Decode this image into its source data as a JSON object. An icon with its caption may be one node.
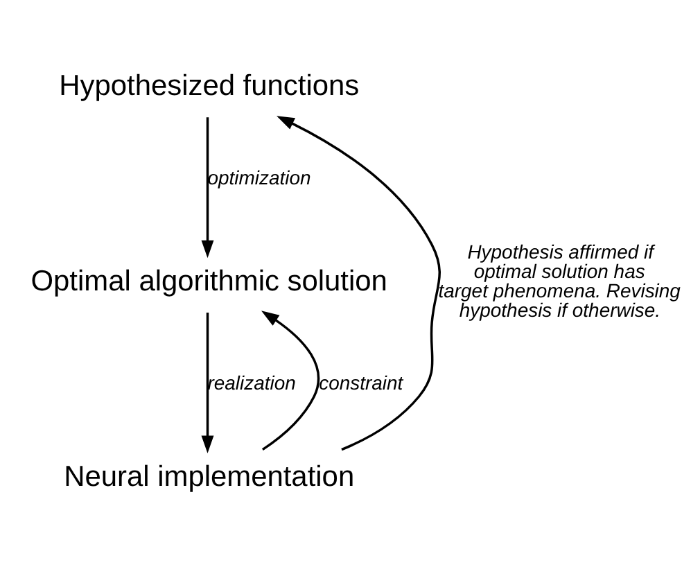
{
  "diagram": {
    "nodes": [
      {
        "text": [
          "Hypothesized functions"
        ]
      },
      {
        "text": [
          "Optimal algorithmic solution"
        ]
      },
      {
        "text": [
          "Neural implementation"
        ]
      }
    ],
    "edges": [
      {
        "from": 0,
        "to": 1,
        "arrow": "to",
        "label": "optimization"
      },
      {
        "from": 2,
        "to": 1,
        "arrow": "to",
        "label": "constraint"
      },
      {
        "from": 1,
        "to": 2,
        "arrow": "to",
        "label": "realization"
      },
      {
        "from": 2,
        "to": 0,
        "arrow": "to",
        "label": "Hypothesis affirmed if optimal solution has target phenomena. Revising hypothesis if otherwise."
      }
    ]
  }
}
